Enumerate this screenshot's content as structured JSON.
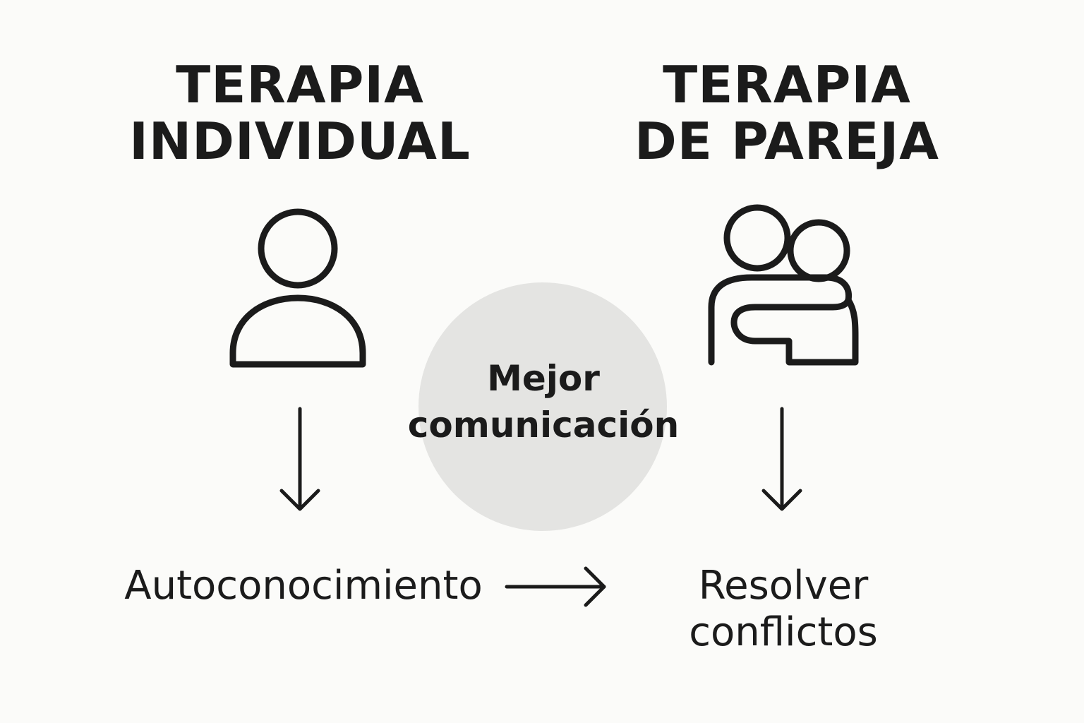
{
  "left": {
    "title_line1": "TERAPIA",
    "title_line2": "INDIVIDUAL",
    "icon": "person-icon",
    "outcome": "Autoconocimiento"
  },
  "right": {
    "title_line1": "TERAPIA",
    "title_line2": "DE PAREJA",
    "icon": "couple-hug-icon",
    "outcome_line1": "Resolver",
    "outcome_line2": "conflictos"
  },
  "center": {
    "label_line1": "Mejor",
    "label_line2": "comunicación"
  },
  "colors": {
    "background": "#fbfbf9",
    "ink": "#1b1b1b",
    "circle": "#e4e4e2"
  }
}
